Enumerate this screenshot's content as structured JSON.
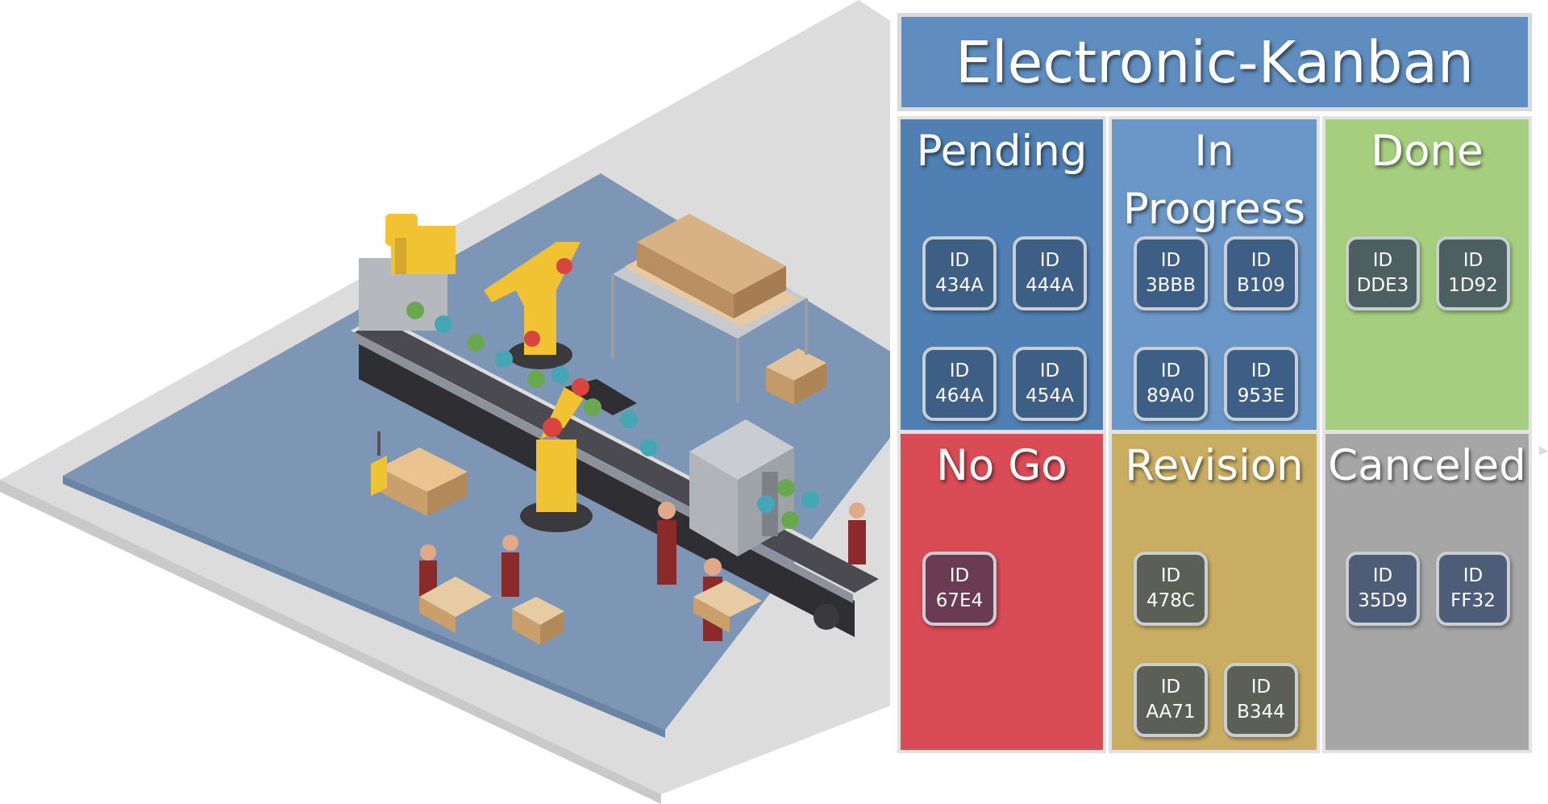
{
  "board": {
    "title": "Electronic-Kanban",
    "columns": [
      {
        "key": "pending",
        "title": "Pending",
        "color": "#4f7fb3",
        "cards": [
          {
            "label": "ID",
            "code": "434A"
          },
          {
            "label": "ID",
            "code": "444A"
          },
          {
            "label": "ID",
            "code": "464A"
          },
          {
            "label": "ID",
            "code": "454A"
          }
        ]
      },
      {
        "key": "in-progress",
        "title_lines": [
          "In",
          "Progress"
        ],
        "color": "#6a97c7",
        "cards": [
          {
            "label": "ID",
            "code": "3BBB"
          },
          {
            "label": "ID",
            "code": "B109"
          },
          {
            "label": "ID",
            "code": "89A0"
          },
          {
            "label": "ID",
            "code": "953E"
          }
        ]
      },
      {
        "key": "done",
        "title": "Done",
        "color": "#a5cf7e",
        "cards": [
          {
            "label": "ID",
            "code": "DDE3"
          },
          {
            "label": "ID",
            "code": "1D92"
          }
        ]
      },
      {
        "key": "no-go",
        "title": "No Go",
        "color": "#d94b55",
        "cards": [
          {
            "label": "ID",
            "code": "67E4"
          }
        ]
      },
      {
        "key": "revision",
        "title": "Revision",
        "color": "#c9ad63",
        "cards": [
          {
            "label": "ID",
            "code": "478C"
          },
          {
            "label": "ID",
            "code": "AA71"
          },
          {
            "label": "ID",
            "code": "B344"
          }
        ]
      },
      {
        "key": "canceled",
        "title": "Canceled",
        "color": "#a6a6a6",
        "cards": [
          {
            "label": "ID",
            "code": "35D9"
          },
          {
            "label": "ID",
            "code": "FF32"
          }
        ]
      }
    ]
  }
}
